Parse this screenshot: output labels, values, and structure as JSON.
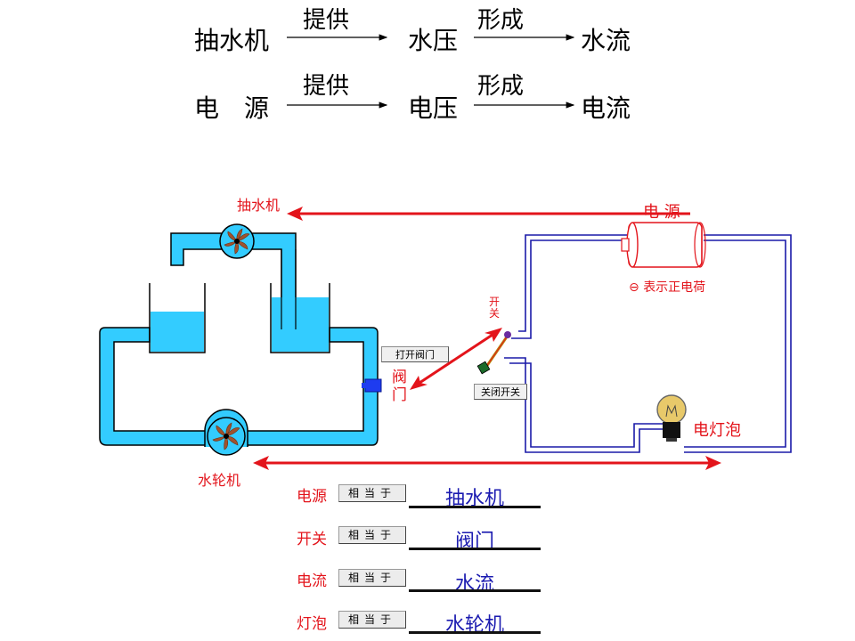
{
  "analogy": {
    "row1": {
      "source": "抽水机",
      "arrow1": "提供",
      "mid": "水压",
      "arrow2": "形成",
      "result": "水流"
    },
    "row2": {
      "source": "电　源",
      "arrow1": "提供",
      "mid": "电压",
      "arrow2": "形成",
      "result": "电流"
    }
  },
  "diagram": {
    "pump_label": "抽水机",
    "power_label": "电 源",
    "charge_note": "表示正电荷",
    "switch_label": "开\n关",
    "switch_label_1": "开",
    "switch_label_2": "关",
    "valve_label_1": "阀",
    "valve_label_2": "门",
    "bulb_label": "电灯泡",
    "turbine_label": "水轮机",
    "open_valve_button": "打开阀门",
    "close_switch_button": "关闭开关",
    "minus_symbol": "⊖"
  },
  "matches": [
    {
      "term": "电源",
      "button": "相当于",
      "answer": "抽水机"
    },
    {
      "term": "开关",
      "button": "相当于",
      "answer": "阀门"
    },
    {
      "term": "电流",
      "button": "相当于",
      "answer": "水流"
    },
    {
      "term": "灯泡",
      "button": "相当于",
      "answer": "水轮机"
    }
  ],
  "colors": {
    "water": "#33ccff",
    "red_arrow": "#e3141b",
    "wire_blue": "#1a1aa8",
    "answer_blue": "#1b1bb0"
  }
}
